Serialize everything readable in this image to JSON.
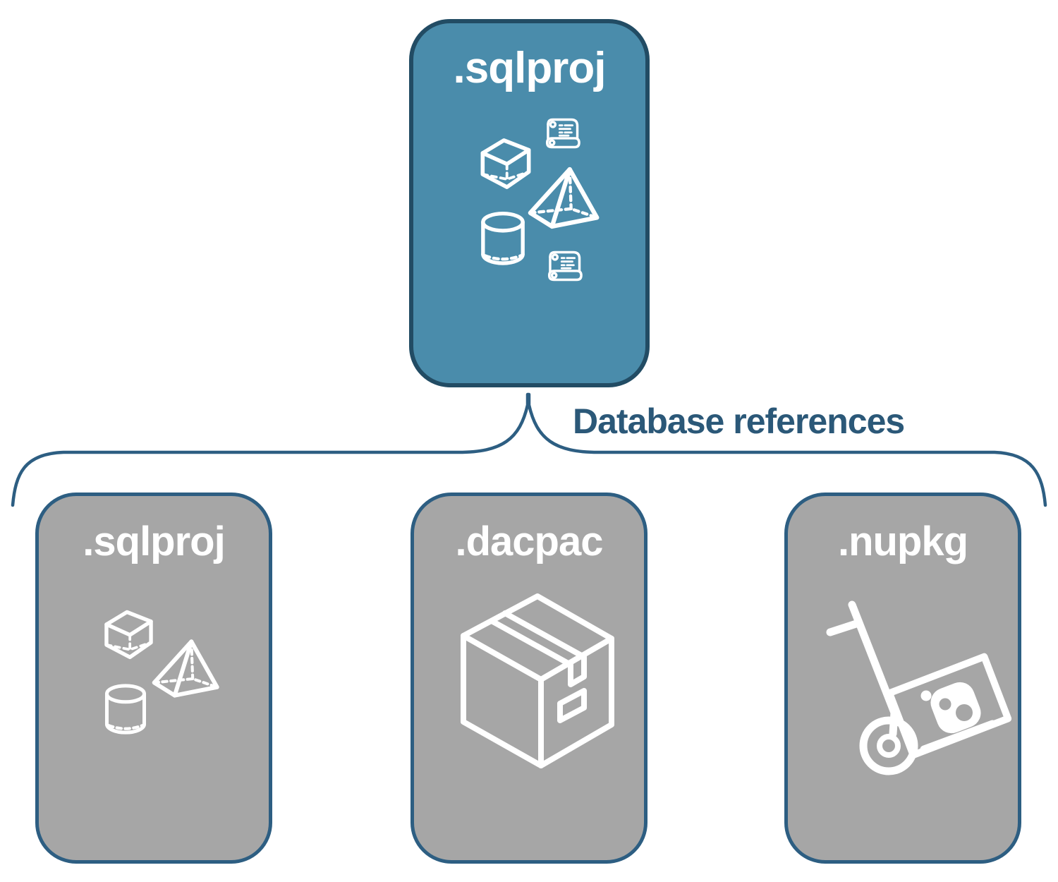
{
  "diagram": {
    "root": {
      "label": ".sqlproj",
      "icons": [
        "cube-icon",
        "scroll-icon",
        "pyramid-icon",
        "cylinder-icon",
        "scroll-icon"
      ]
    },
    "connector": {
      "label": "Database references"
    },
    "children": [
      {
        "label": ".sqlproj",
        "icons": [
          "cube-icon",
          "pyramid-icon",
          "cylinder-icon"
        ]
      },
      {
        "label": ".dacpac",
        "icons": [
          "package-box-icon"
        ]
      },
      {
        "label": ".nupkg",
        "icons": [
          "hand-truck-icon",
          "nuget-package-icon"
        ]
      }
    ],
    "colors": {
      "root_fill": "#4a8cab",
      "root_border": "#224c64",
      "child_fill": "#a6a6a6",
      "child_border": "#2d5e82",
      "connector_line": "#2d5e82",
      "connector_text": "#2b5878",
      "icon_stroke": "#ffffff"
    }
  }
}
